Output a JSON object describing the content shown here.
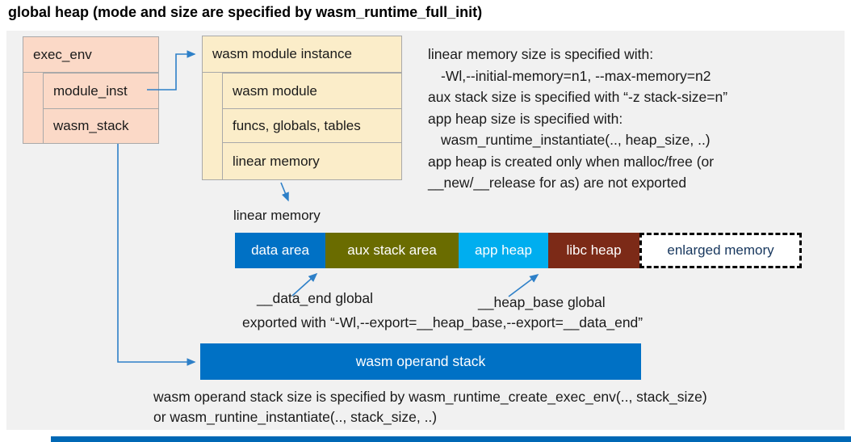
{
  "title": "global heap (mode and size are specified by wasm_runtime_full_init)",
  "exec_env": {
    "title": "exec_env",
    "rows": [
      "module_inst",
      "wasm_stack"
    ]
  },
  "module_instance": {
    "title": "wasm module instance",
    "rows": [
      "wasm module",
      "funcs, globals, tables",
      "linear memory"
    ]
  },
  "notes_right": {
    "lines": [
      "linear memory size is specified with:",
      "-Wl,--initial-memory=n1, --max-memory=n2",
      "aux stack size is specified with “-z stack-size=n”",
      "app heap size is specified with:",
      "wasm_runtime_instantiate(.., heap_size, ..)",
      "app heap is created only when malloc/free (or",
      "__new/__release for as) are not exported"
    ]
  },
  "linear_memory": {
    "label": "linear memory",
    "segments": [
      {
        "label": "data area",
        "color": "#0071C5"
      },
      {
        "label": "aux stack area",
        "color": "#6A6C00"
      },
      {
        "label": "app heap",
        "color": "#00AEEF"
      },
      {
        "label": "libc heap",
        "color": "#7C2A17"
      },
      {
        "label": "enlarged memory",
        "color": "#FFFFFF"
      }
    ],
    "data_end_label": "__data_end global",
    "heap_base_label": "__heap_base global",
    "export_note": "exported with “-Wl,--export=__heap_base,--export=__data_end”"
  },
  "operand_stack": {
    "label": "wasm operand stack",
    "notes": [
      "wasm operand stack size is specified by wasm_runtime_create_exec_env(.., stack_size)",
      "or wasm_runtine_instantiate(.., stack_size, ..)"
    ]
  },
  "colors": {
    "panel_background": "#F1F1F1",
    "exec_env_box": "#FBD9C7",
    "module_instance_box": "#FBEDC9",
    "box_border": "#A9A9A9",
    "data_area": "#0071C5",
    "aux_stack_area": "#6A6C00",
    "app_heap": "#00AEEF",
    "libc_heap": "#7C2A17",
    "operand_stack_bar": "#0071C5",
    "enlarged_memory_text": "#16365D",
    "arrow": "#2E80C8",
    "bottom_strip": "#0068B5"
  }
}
